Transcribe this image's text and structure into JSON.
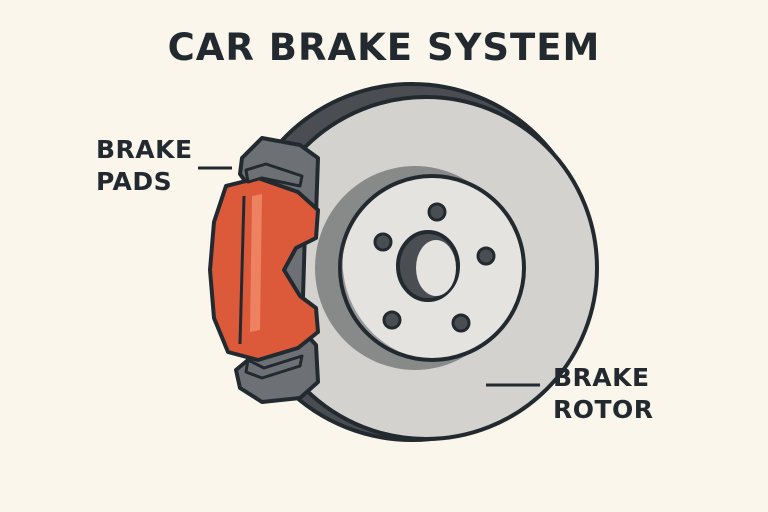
{
  "title": "CAR BRAKE SYSTEM",
  "labels": {
    "brake_pads": [
      "BRAKE",
      "PADS"
    ],
    "brake_rotor": [
      "BRAKE",
      "ROTOR"
    ]
  },
  "colors": {
    "background": "#FBF6EC",
    "ink": "#222A30",
    "rotor_face": "#D3D2CF",
    "rotor_edge": "#4A4E52",
    "hub": "#E4E3E0",
    "caliper": "#6D7175",
    "pad": "#DC5A3A",
    "pad_highlight": "#EE8A68"
  }
}
